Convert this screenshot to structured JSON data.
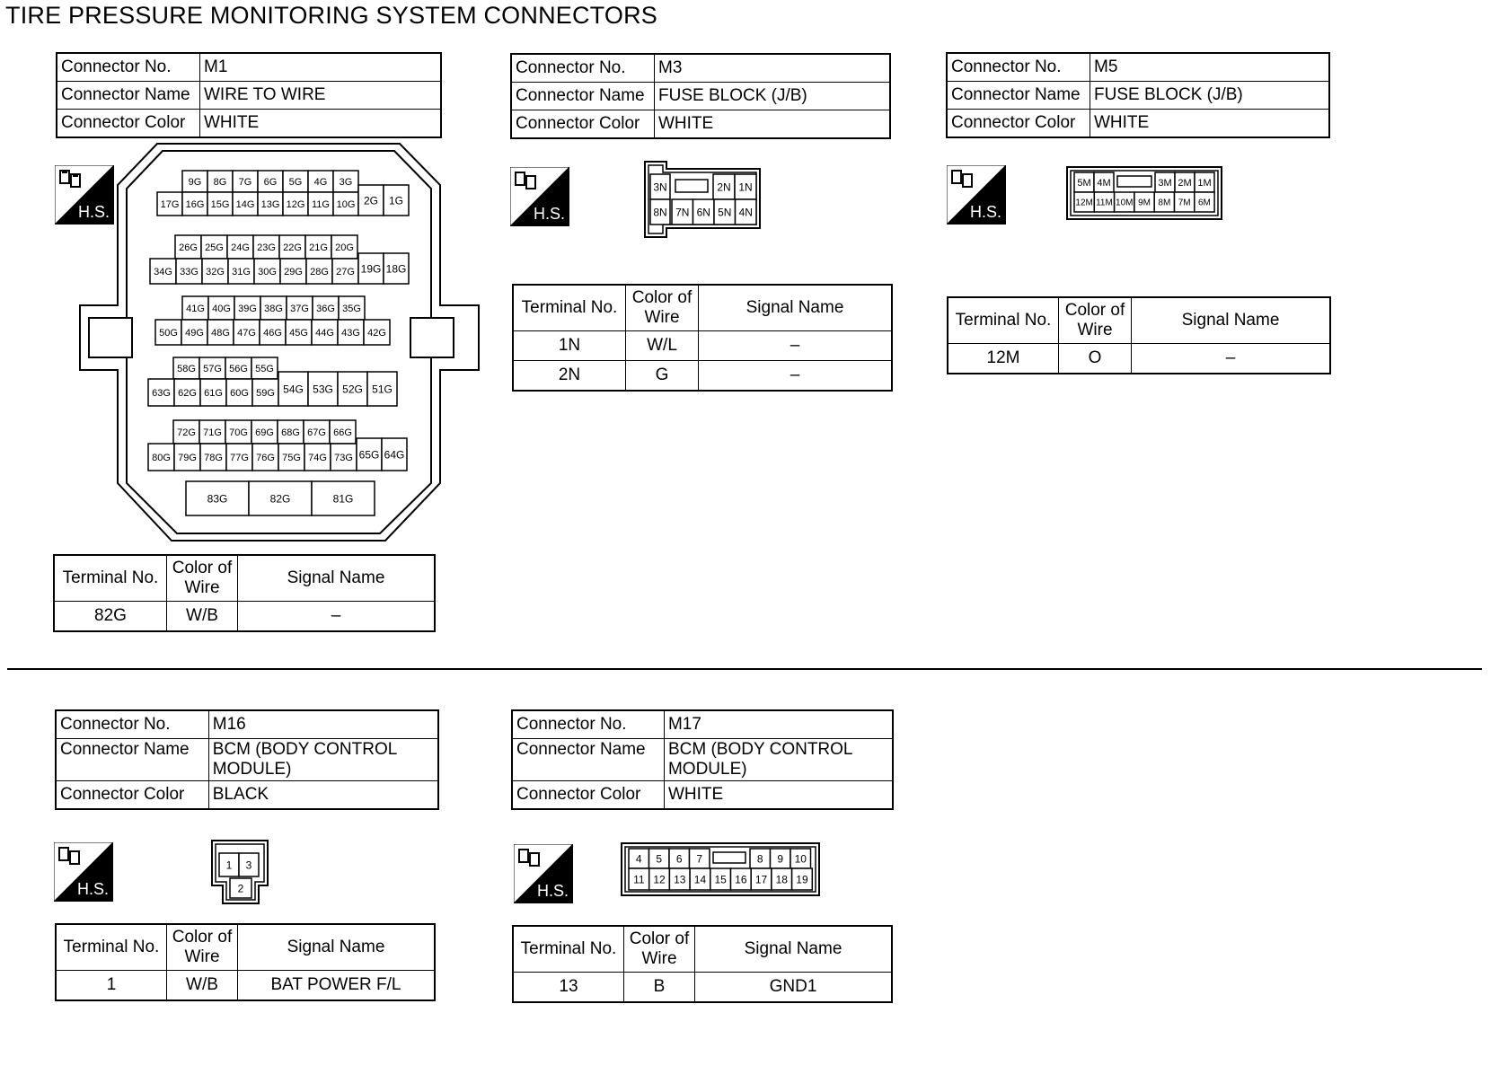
{
  "title": "TIRE PRESSURE MONITORING SYSTEM CONNECTORS",
  "hs_label": "H.S.",
  "labels": {
    "conn_no": "Connector No.",
    "conn_name": "Connector Name",
    "conn_color": "Connector Color",
    "term_no": "Terminal No.",
    "wire_color": "Color of Wire",
    "signal": "Signal Name"
  },
  "connectors": [
    {
      "no": "M1",
      "name": "WIRE TO WIRE",
      "color": "WHITE",
      "pins": {
        "r1": [
          "9G",
          "8G",
          "7G",
          "6G",
          "5G",
          "4G",
          "3G"
        ],
        "r2": [
          "17G",
          "16G",
          "15G",
          "14G",
          "13G",
          "12G",
          "11G",
          "10G"
        ],
        "r2b": [
          "2G",
          "1G"
        ],
        "r3": [
          "26G",
          "25G",
          "24G",
          "23G",
          "22G",
          "21G",
          "20G"
        ],
        "r4": [
          "34G",
          "33G",
          "32G",
          "31G",
          "30G",
          "29G",
          "28G",
          "27G"
        ],
        "r4b": [
          "19G",
          "18G"
        ],
        "r5": [
          "41G",
          "40G",
          "39G",
          "38G",
          "37G",
          "36G",
          "35G"
        ],
        "r6": [
          "50G",
          "49G",
          "48G",
          "47G",
          "46G",
          "45G",
          "44G",
          "43G",
          "42G"
        ],
        "r7": [
          "58G",
          "57G",
          "56G",
          "55G"
        ],
        "r8": [
          "63G",
          "62G",
          "61G",
          "60G",
          "59G"
        ],
        "r8b": [
          "54G",
          "53G",
          "52G",
          "51G"
        ],
        "r9": [
          "72G",
          "71G",
          "70G",
          "69G",
          "68G",
          "67G",
          "66G"
        ],
        "r10": [
          "80G",
          "79G",
          "78G",
          "77G",
          "76G",
          "75G",
          "74G",
          "73G"
        ],
        "r10b": [
          "65G",
          "64G"
        ],
        "r11": [
          "83G",
          "82G",
          "81G"
        ]
      },
      "terminals": [
        {
          "no": "82G",
          "wire": "W/B",
          "signal": "–"
        }
      ]
    },
    {
      "no": "M3",
      "name": "FUSE BLOCK (J/B)",
      "color": "WHITE",
      "pins": {
        "top": [
          "3N",
          "2N",
          "1N"
        ],
        "bottom": [
          "8N",
          "7N",
          "6N",
          "5N",
          "4N"
        ]
      },
      "terminals": [
        {
          "no": "1N",
          "wire": "W/L",
          "signal": "–"
        },
        {
          "no": "2N",
          "wire": "G",
          "signal": "–"
        }
      ]
    },
    {
      "no": "M5",
      "name": "FUSE BLOCK (J/B)",
      "color": "WHITE",
      "pins": {
        "top": [
          "5M",
          "4M",
          "3M",
          "2M",
          "1M"
        ],
        "bottom": [
          "12M",
          "11M",
          "10M",
          "9M",
          "8M",
          "7M",
          "6M"
        ]
      },
      "terminals": [
        {
          "no": "12M",
          "wire": "O",
          "signal": "–"
        }
      ]
    },
    {
      "no": "M16",
      "name": "BCM (BODY CONTROL MODULE)",
      "color": "BLACK",
      "pins": {
        "top": [
          "1",
          "3"
        ],
        "bottom": [
          "2"
        ]
      },
      "terminals": [
        {
          "no": "1",
          "wire": "W/B",
          "signal": "BAT POWER F/L"
        }
      ]
    },
    {
      "no": "M17",
      "name": "BCM (BODY CONTROL MODULE)",
      "color": "WHITE",
      "pins": {
        "top": [
          "4",
          "5",
          "6",
          "7",
          "8",
          "9",
          "10"
        ],
        "bottom": [
          "11",
          "12",
          "13",
          "14",
          "15",
          "16",
          "17",
          "18",
          "19"
        ]
      },
      "terminals": [
        {
          "no": "13",
          "wire": "B",
          "signal": "GND1"
        }
      ]
    }
  ]
}
